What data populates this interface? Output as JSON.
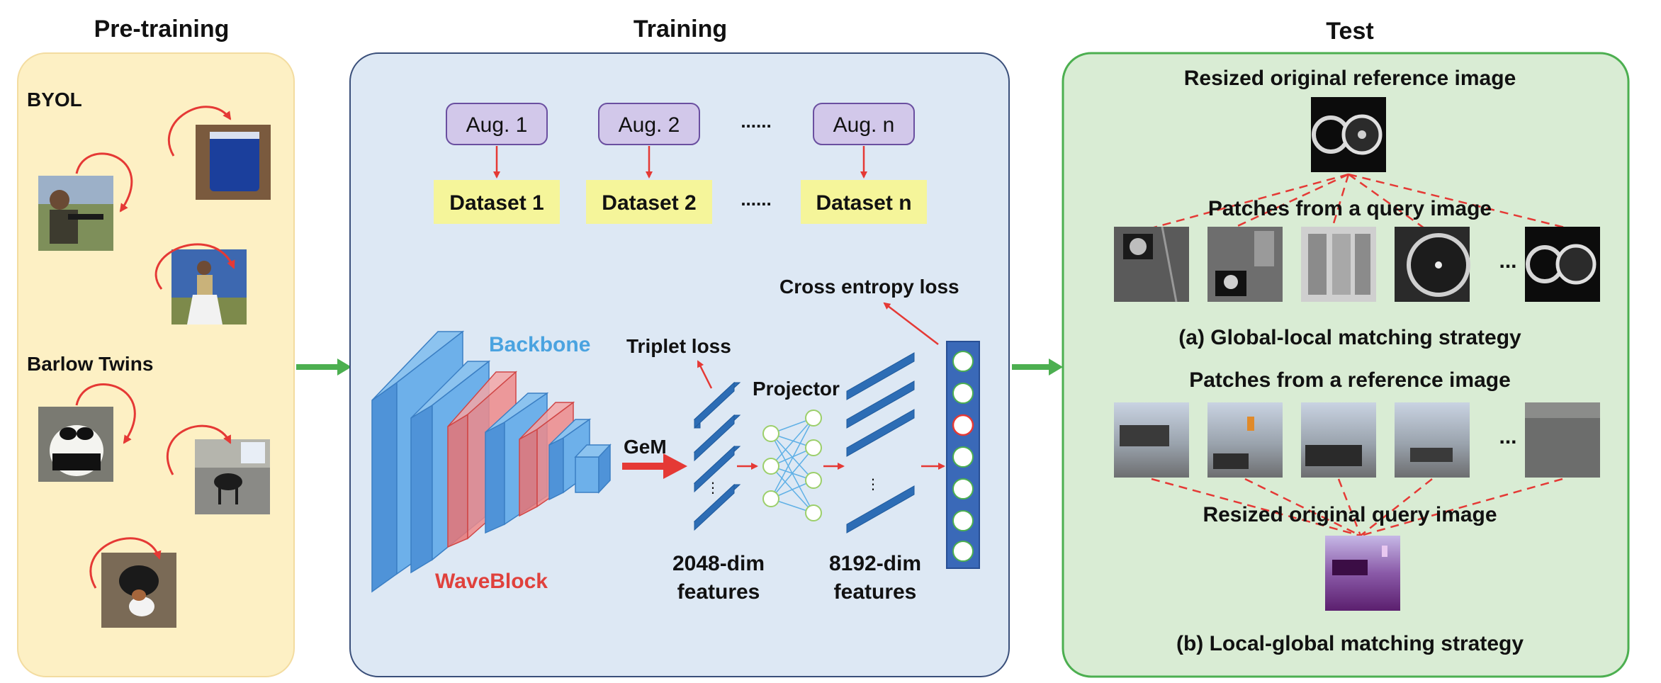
{
  "sections": {
    "pretraining": "Pre-training",
    "training": "Training",
    "test": "Test"
  },
  "pretraining": {
    "byol_label": "BYOL",
    "barlow_label": "Barlow Twins"
  },
  "training": {
    "augs": [
      "Aug. 1",
      "Aug. 2",
      "Aug. n"
    ],
    "datasets": [
      "Dataset 1",
      "Dataset 2",
      "Dataset n"
    ],
    "ellipsis": "......",
    "backbone_label": "Backbone",
    "waveblock_label": "WaveBlock",
    "gem_label": "GeM",
    "triplet_label": "Triplet loss",
    "projector_label": "Projector",
    "ce_label": "Cross entropy loss",
    "feat2048": [
      "2048-dim",
      "features"
    ],
    "feat8192": [
      "8192-dim",
      "features"
    ]
  },
  "test": {
    "resized_ref": "Resized original reference image",
    "patches_query": "Patches from a query image",
    "strategy_a": "(a) Global-local matching strategy",
    "patches_ref": "Patches from a reference image",
    "resized_query": "Resized original query image",
    "strategy_b": "(b) Local-global matching strategy",
    "more": "..."
  },
  "colors": {
    "pretrain_bg": "#fdf0c4",
    "train_bg": "#dde8f4",
    "test_bg": "#d9ecd4",
    "test_border": "#4caf50",
    "aug_fill": "#d2c8ea",
    "dataset_fill": "#f5f59a",
    "backbone_blue": "#5aa8e6",
    "waveblock_red": "#e55b5b",
    "arrow_red": "#e53935",
    "arrow_green": "#4caf50"
  }
}
